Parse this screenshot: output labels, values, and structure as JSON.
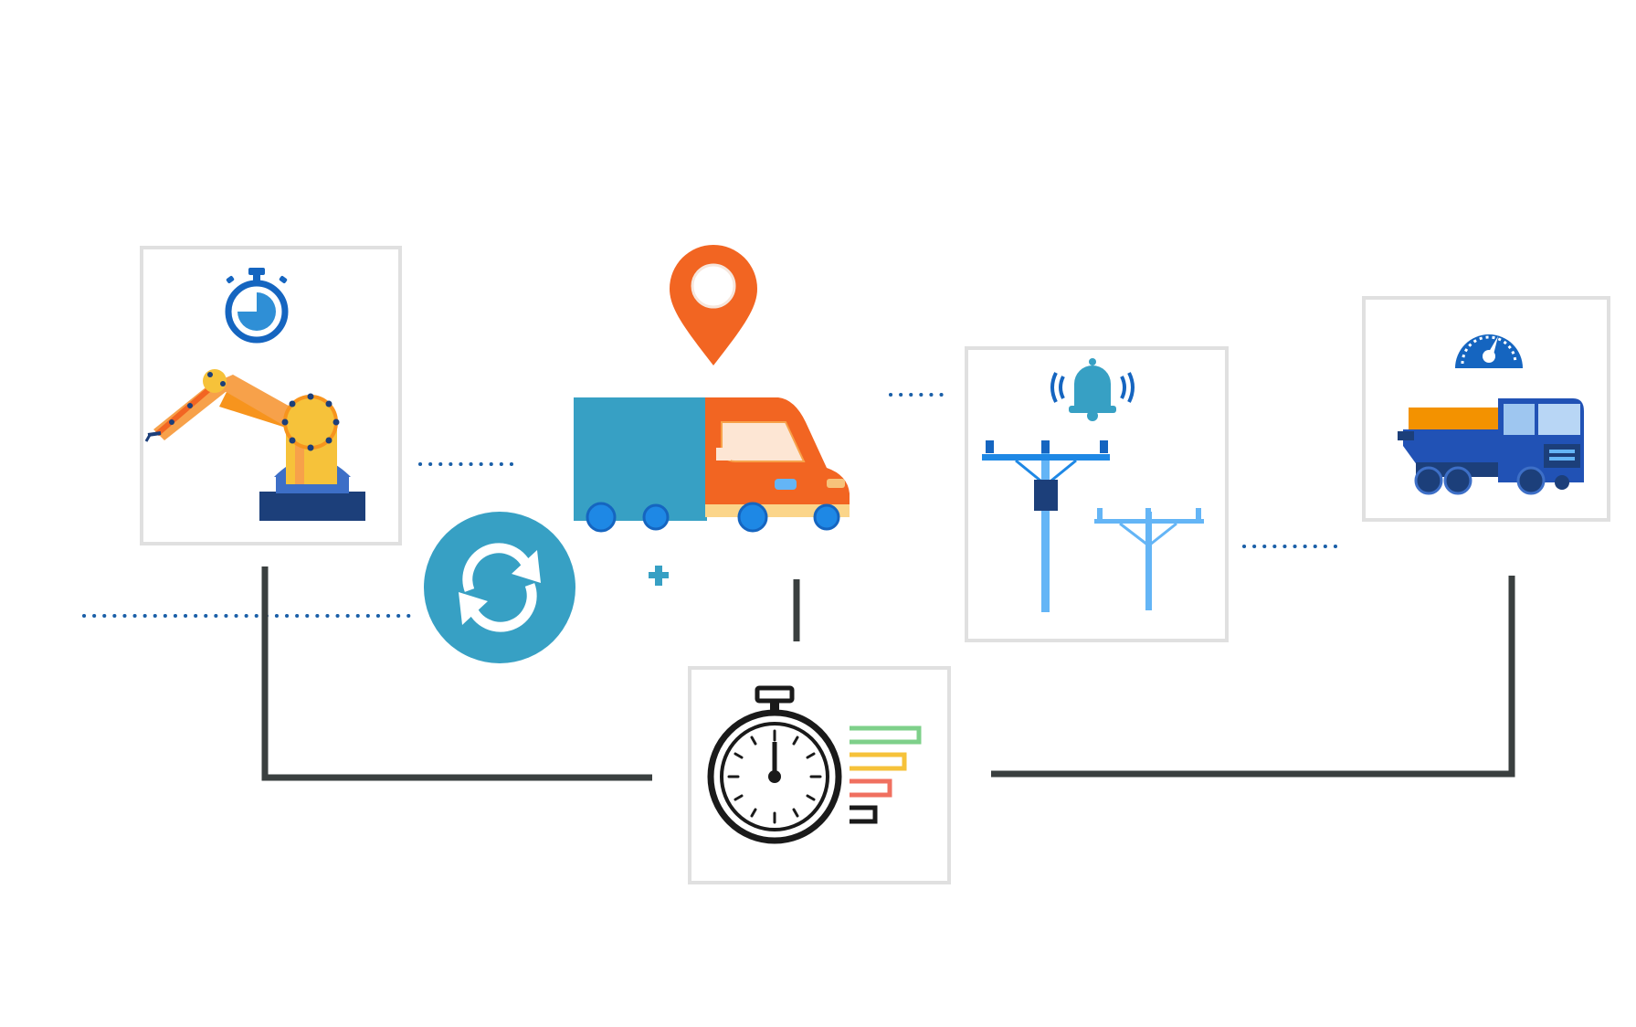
{
  "diagram": {
    "nodes": [
      {
        "id": "robot-arm",
        "icon": "robot-arm-icon",
        "badge": "stopwatch-icon"
      },
      {
        "id": "delivery-van",
        "icon": "delivery-van-icon",
        "badge": "location-pin-icon"
      },
      {
        "id": "power-poles",
        "icon": "power-pole-icon",
        "badge": "alarm-bell-icon"
      },
      {
        "id": "dump-truck",
        "icon": "dump-truck-icon",
        "badge": "speedometer-icon"
      },
      {
        "id": "performance",
        "icon": "stopwatch-bars-icon"
      }
    ],
    "decorations": [
      "sync-icon",
      "plus-icon"
    ]
  },
  "colors": {
    "blue_dark": "#1565c0",
    "blue_mid": "#1e88e5",
    "blue_light": "#64b5f6",
    "teal": "#37a0c4",
    "orange": "#f26522",
    "orange_light": "#f7a14a",
    "yellow": "#f6c23a",
    "navy": "#1c3f7a",
    "connector": "#3a3f3f",
    "dots": "#1a5fa8",
    "frame": "#e0e0e0"
  }
}
